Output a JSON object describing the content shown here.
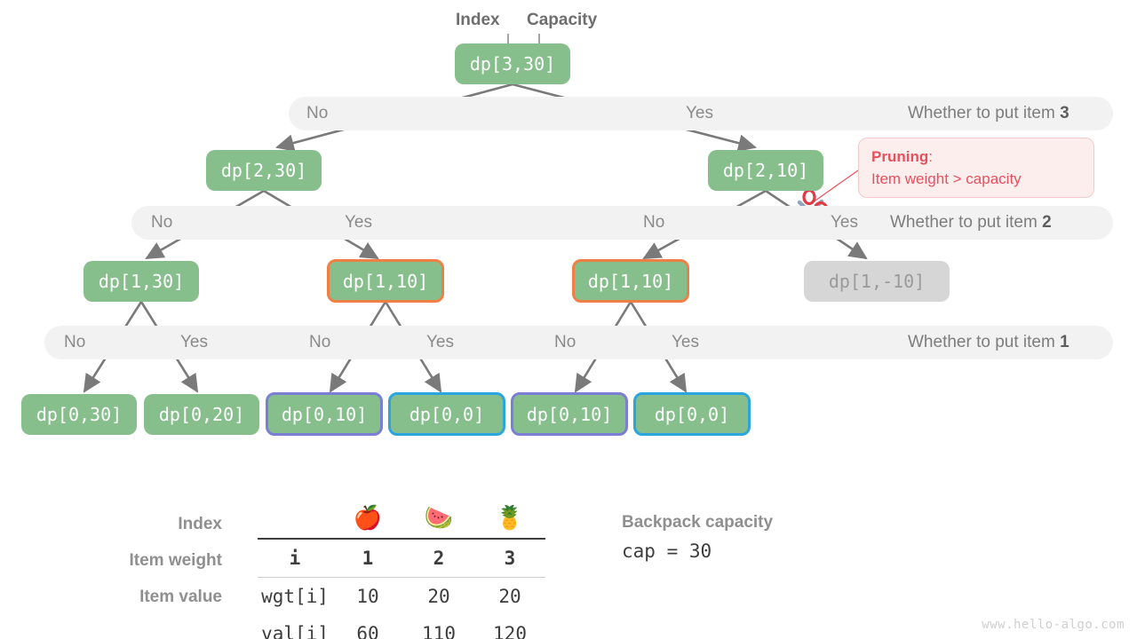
{
  "annotations": {
    "index_label": "Index",
    "capacity_label": "Capacity"
  },
  "tree": {
    "levels": [
      {
        "nodes": [
          {
            "label": "dp[3,30]",
            "style": "plain"
          }
        ]
      },
      {
        "nodes": [
          {
            "label": "dp[2,30]",
            "style": "plain"
          },
          {
            "label": "dp[2,10]",
            "style": "plain"
          }
        ]
      },
      {
        "nodes": [
          {
            "label": "dp[1,30]",
            "style": "plain"
          },
          {
            "label": "dp[1,10]",
            "style": "orange"
          },
          {
            "label": "dp[1,10]",
            "style": "orange"
          },
          {
            "label": "dp[1,-10]",
            "style": "muted"
          }
        ]
      },
      {
        "nodes": [
          {
            "label": "dp[0,30]",
            "style": "plain"
          },
          {
            "label": "dp[0,20]",
            "style": "plain"
          },
          {
            "label": "dp[0,10]",
            "style": "purple"
          },
          {
            "label": "dp[0,0]",
            "style": "blue"
          },
          {
            "label": "dp[0,10]",
            "style": "purple"
          },
          {
            "label": "dp[0,0]",
            "style": "blue"
          }
        ]
      }
    ]
  },
  "decision_bars": [
    {
      "question_prefix": "Whether to put item ",
      "question_item": "3",
      "choices": [
        "No",
        "Yes"
      ]
    },
    {
      "question_prefix": "Whether to put item ",
      "question_item": "2",
      "choices": [
        "No",
        "Yes",
        "No",
        "Yes"
      ]
    },
    {
      "question_prefix": "Whether to put item ",
      "question_item": "1",
      "choices": [
        "No",
        "Yes",
        "No",
        "Yes",
        "No",
        "Yes"
      ]
    }
  ],
  "pruning": {
    "title": "Pruning",
    "colon": ":",
    "reason": "Item weight > capacity",
    "icon": "scissors-icon",
    "color": "#e8505b"
  },
  "table": {
    "row_labels": [
      "Index",
      "Item weight",
      "Item value"
    ],
    "emoji_header": [
      "",
      "🍎",
      "🍉",
      "🍍"
    ],
    "rows": [
      {
        "key": "i",
        "values": [
          "1",
          "2",
          "3"
        ]
      },
      {
        "key": "wgt[i]",
        "values": [
          "10",
          "20",
          "20"
        ]
      },
      {
        "key": "val[i]",
        "values": [
          "60",
          "110",
          "120"
        ]
      }
    ]
  },
  "capacity": {
    "title": "Backpack capacity",
    "value": "cap = 30"
  },
  "watermark": "www.hello-algo.com",
  "colors": {
    "node_green": "#86bf8c",
    "node_muted": "#d6d6d6",
    "highlight_orange": "#ef7f45",
    "highlight_purple": "#7b7fd4",
    "highlight_blue": "#2aa5e0",
    "bar_gray": "#f2f2f2",
    "arrow_gray": "#7a7a7a",
    "pruning_red": "#e8505b"
  }
}
